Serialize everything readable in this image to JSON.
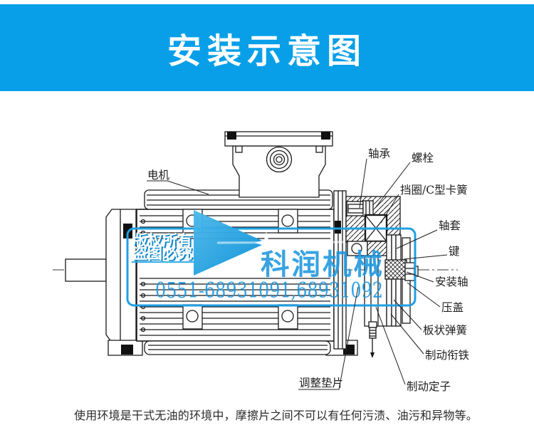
{
  "colors": {
    "banner_bg": "#089fe8",
    "banner_text": "#ffffff",
    "watermark_accent": "#1f9fe2",
    "watermark_text": "#1e97df",
    "drawing_line": "#1a1a1a"
  },
  "banner": {
    "title": "安装示意图"
  },
  "watermark": {
    "line1": "版权所有",
    "line2": "盗图必究",
    "brand": "科润机械",
    "phone": "0551-68931091,68931092"
  },
  "diagram": {
    "labels": [
      {
        "id": "motor",
        "text": "电机"
      },
      {
        "id": "bearing",
        "text": "轴承"
      },
      {
        "id": "bolt",
        "text": "螺栓"
      },
      {
        "id": "circlip",
        "text": "挡圈/C型卡簧"
      },
      {
        "id": "shaft-sleeve",
        "text": "轴套"
      },
      {
        "id": "key",
        "text": "键"
      },
      {
        "id": "mounting-shaft",
        "text": "安装轴"
      },
      {
        "id": "gland",
        "text": "压盖"
      },
      {
        "id": "plate-spring",
        "text": "板状弹簧"
      },
      {
        "id": "brake-armature",
        "text": "制动衔铁"
      },
      {
        "id": "brake-stator",
        "text": "制动定子"
      },
      {
        "id": "adjusting-shim",
        "text": "调整垫片"
      }
    ]
  },
  "note": {
    "text": "使用环境是干式无油的环境中，摩擦片之间不可以有任何污渍、油污和异物等。"
  }
}
